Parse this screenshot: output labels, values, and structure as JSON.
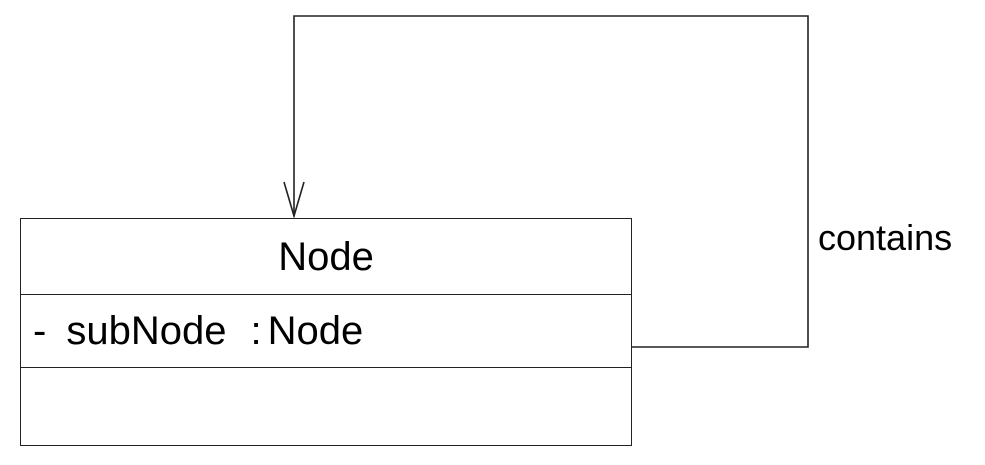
{
  "diagram": {
    "class": {
      "name": "Node",
      "attributes": [
        {
          "visibility": "-",
          "name": "subNode",
          "separator": ":",
          "type": "Node"
        }
      ],
      "operations": []
    },
    "association": {
      "label": "contains",
      "source": "Node",
      "target": "Node",
      "navigable_end": "open-arrow"
    },
    "colors": {
      "line": "#222222",
      "background": "#ffffff"
    }
  }
}
